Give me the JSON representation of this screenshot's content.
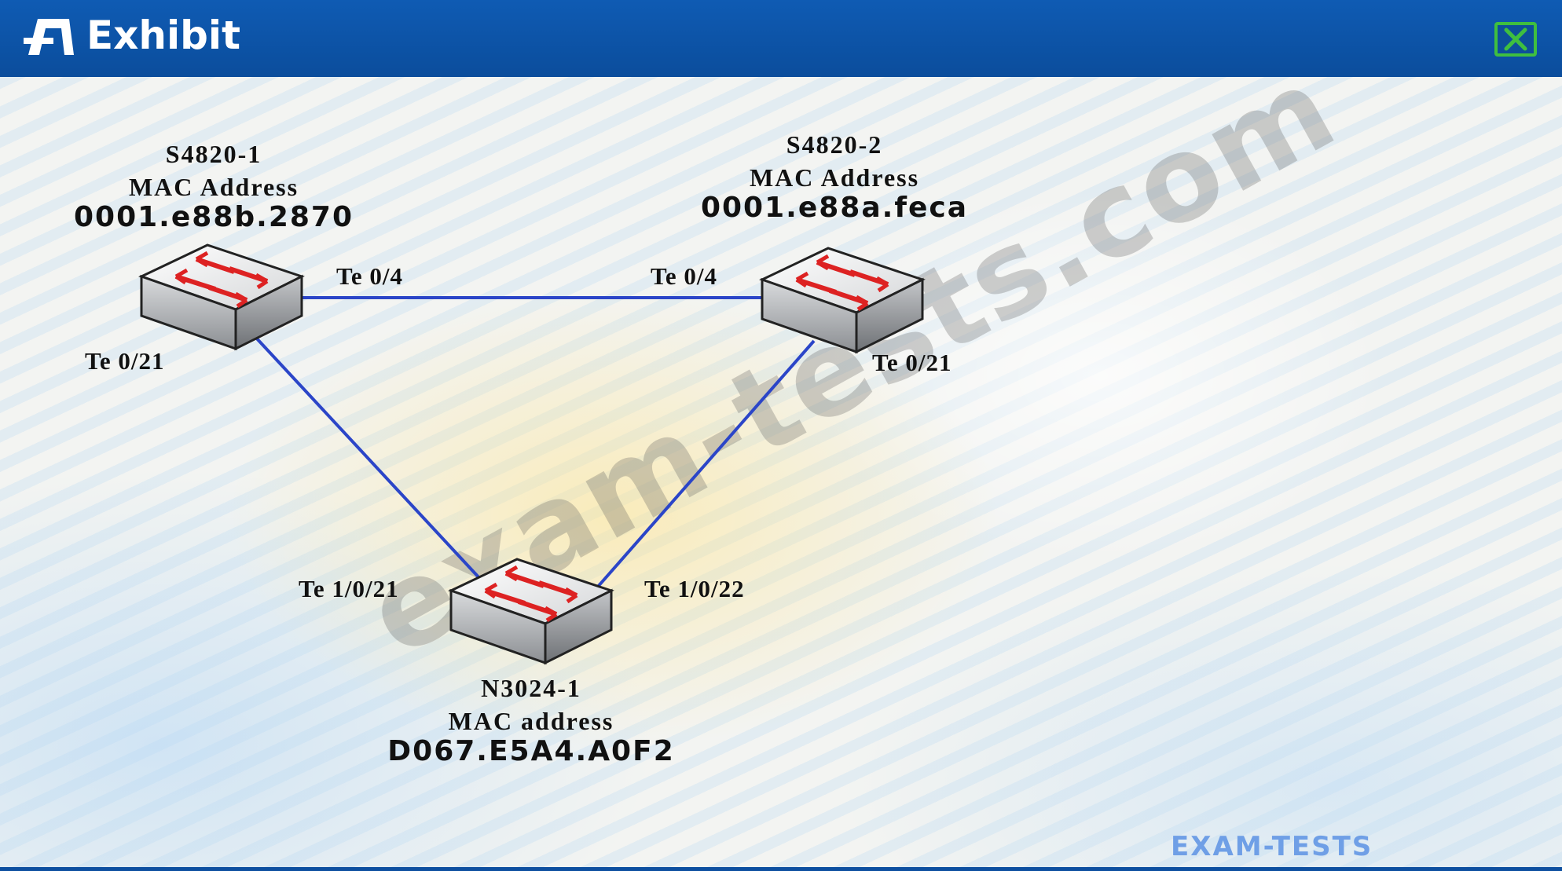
{
  "window": {
    "title": "Exhibit",
    "close_icon": "close-x-icon",
    "title_icon": "exhibit-icon"
  },
  "colors": {
    "titlebar": "#0d4fa0",
    "link": "#2b45c8",
    "close_accent": "#3fbf3f"
  },
  "devices": [
    {
      "id": "s4820-1",
      "name": "S4820-1",
      "mac_label": "MAC Address",
      "mac": "0001.e88b.2870",
      "icon": "network-switch-icon"
    },
    {
      "id": "s4820-2",
      "name": "S4820-2",
      "mac_label": "MAC Address",
      "mac": "0001.e88a.feca",
      "icon": "network-switch-icon"
    },
    {
      "id": "n3024-1",
      "name": "N3024-1",
      "mac_label": "MAC address",
      "mac": "D067.E5A4.A0F2",
      "icon": "network-switch-icon"
    }
  ],
  "links": [
    {
      "from": "S4820-1",
      "from_port": "Te 0/4",
      "to": "S4820-2",
      "to_port": "Te 0/4"
    },
    {
      "from": "S4820-1",
      "from_port": "Te 0/21",
      "to": "N3024-1",
      "to_port": "Te 1/0/21"
    },
    {
      "from": "S4820-2",
      "from_port": "Te 0/21",
      "to": "N3024-1",
      "to_port": "Te 1/0/22"
    }
  ],
  "watermark": "exam-tests.com",
  "brand": "EXAM-TESTS"
}
